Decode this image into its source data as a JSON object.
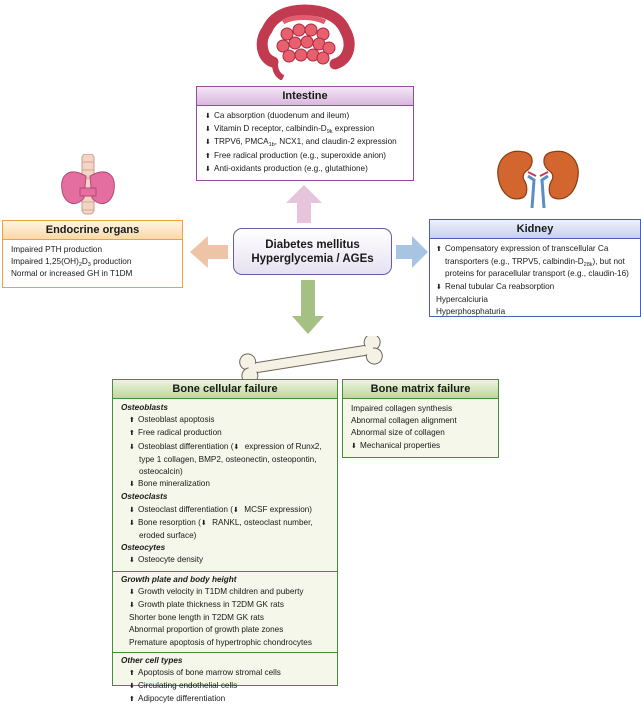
{
  "center": {
    "line1": "Diabetes mellitus",
    "line2": "Hyperglycemia / AGEs"
  },
  "intestine": {
    "title": "Intestine",
    "items": [
      {
        "arrow": "down",
        "text": "Ca absorption (duodenum and ileum)"
      },
      {
        "arrow": "down",
        "text": "Vitamin D receptor, calbindin-D",
        "sub": "9k",
        "after": " expression"
      },
      {
        "arrow": "down",
        "text": "TRPV6, PMCA",
        "sub": "1b",
        "after": ", NCX1, and claudin-2 expression"
      },
      {
        "arrow": "up",
        "text": "Free radical production (e.g., superoxide anion)"
      },
      {
        "arrow": "down",
        "text": "Anti-oxidants production (e.g., glutathione)"
      }
    ]
  },
  "endocrine": {
    "title": "Endocrine organs",
    "items": [
      {
        "text": "Impaired PTH production"
      },
      {
        "text": "Impaired 1,25(OH)",
        "sub": "2",
        "after": "D",
        "sub2": "3",
        "after2": " production"
      },
      {
        "text": "Normal or increased GH in T1DM"
      }
    ]
  },
  "kidney": {
    "title": "Kidney",
    "comp_lines": [
      "Compensatory expression of transcellular Ca",
      "transporters (e.g., TRPV5, calbindin-D",
      "proteins for paracellular transport (e.g., claudin-16)"
    ],
    "comp_sub": "28k",
    "comp_after": "), but not",
    "items": [
      {
        "arrow": "down",
        "text": "Renal tubular Ca reabsorption"
      },
      {
        "text": "Hypercalciuria"
      },
      {
        "text": "Hyperphosphaturia"
      }
    ]
  },
  "bone_cellular": {
    "title": "Bone cellular failure",
    "osteoblasts": {
      "heading": "Osteoblasts",
      "items": [
        {
          "arrow": "up",
          "text": "Osteoblast apoptosis"
        },
        {
          "arrow": "up",
          "text": "Free radical production"
        },
        {
          "arrow": "down",
          "text": "Osteoblast differentiation (",
          "inner_arrow": "down",
          "after": " expression of  Runx2,"
        },
        {
          "cont": "type 1 collagen, BMP2, osteonectin, osteopontin,"
        },
        {
          "cont": "osteocalcin)"
        },
        {
          "arrow": "down",
          "text": "Bone mineralization"
        }
      ]
    },
    "osteoclasts": {
      "heading": "Osteoclasts",
      "items": [
        {
          "arrow": "down",
          "text": "Osteoclast differentiation (",
          "inner_arrow": "down",
          "after": " MCSF expression)"
        },
        {
          "arrow": "down",
          "text": "Bone resorption (",
          "inner_arrow": "down",
          "after": " RANKL, osteoclast number,"
        },
        {
          "cont": "eroded surface)"
        }
      ]
    },
    "osteocytes": {
      "heading": "Osteocytes",
      "items": [
        {
          "arrow": "down",
          "text": "Osteocyte density"
        }
      ]
    },
    "growth": {
      "heading": "Growth plate and body height",
      "items": [
        {
          "arrow": "down",
          "text": "Growth velocity in T1DM children and puberty"
        },
        {
          "arrow": "down",
          "text": "Growth plate thickness in T2DM GK rats"
        },
        {
          "text": "Shorter bone length in T2DM GK rats"
        },
        {
          "text": "Abnormal proportion of growth plate zones"
        },
        {
          "text": "Premature apoptosis of hypertrophic chondrocytes"
        }
      ]
    },
    "other": {
      "heading": "Other cell types",
      "items": [
        {
          "arrow": "up",
          "text": "Apoptosis of bone marrow stromal cells"
        },
        {
          "arrow": "down",
          "text": "Circulating endothelial cells"
        },
        {
          "arrow": "up",
          "text": "Adipocyte differentiation"
        }
      ]
    }
  },
  "bone_matrix": {
    "title": "Bone matrix failure",
    "items": [
      {
        "text": "Impaired collagen synthesis"
      },
      {
        "text": "Abnormal collagen alignment"
      },
      {
        "text": "Abnormal size of collagen"
      },
      {
        "arrow": "down",
        "text": "Mechanical properties"
      }
    ]
  },
  "arrow_glyphs": {
    "up": "⬆",
    "down": "⬇"
  },
  "colors": {
    "intestine": "#8f4c97",
    "endocrine": "#f0a040",
    "kidney": "#4a5fb5",
    "bone": "#4b8a37",
    "arrow_up": "#e6c4dc",
    "arrow_left": "#eec4a6",
    "arrow_right": "#a7c4e3",
    "arrow_down": "#a5c083"
  },
  "icons": [
    "intestine-icon",
    "thyroid-icon",
    "kidney-icon",
    "bone-icon"
  ]
}
